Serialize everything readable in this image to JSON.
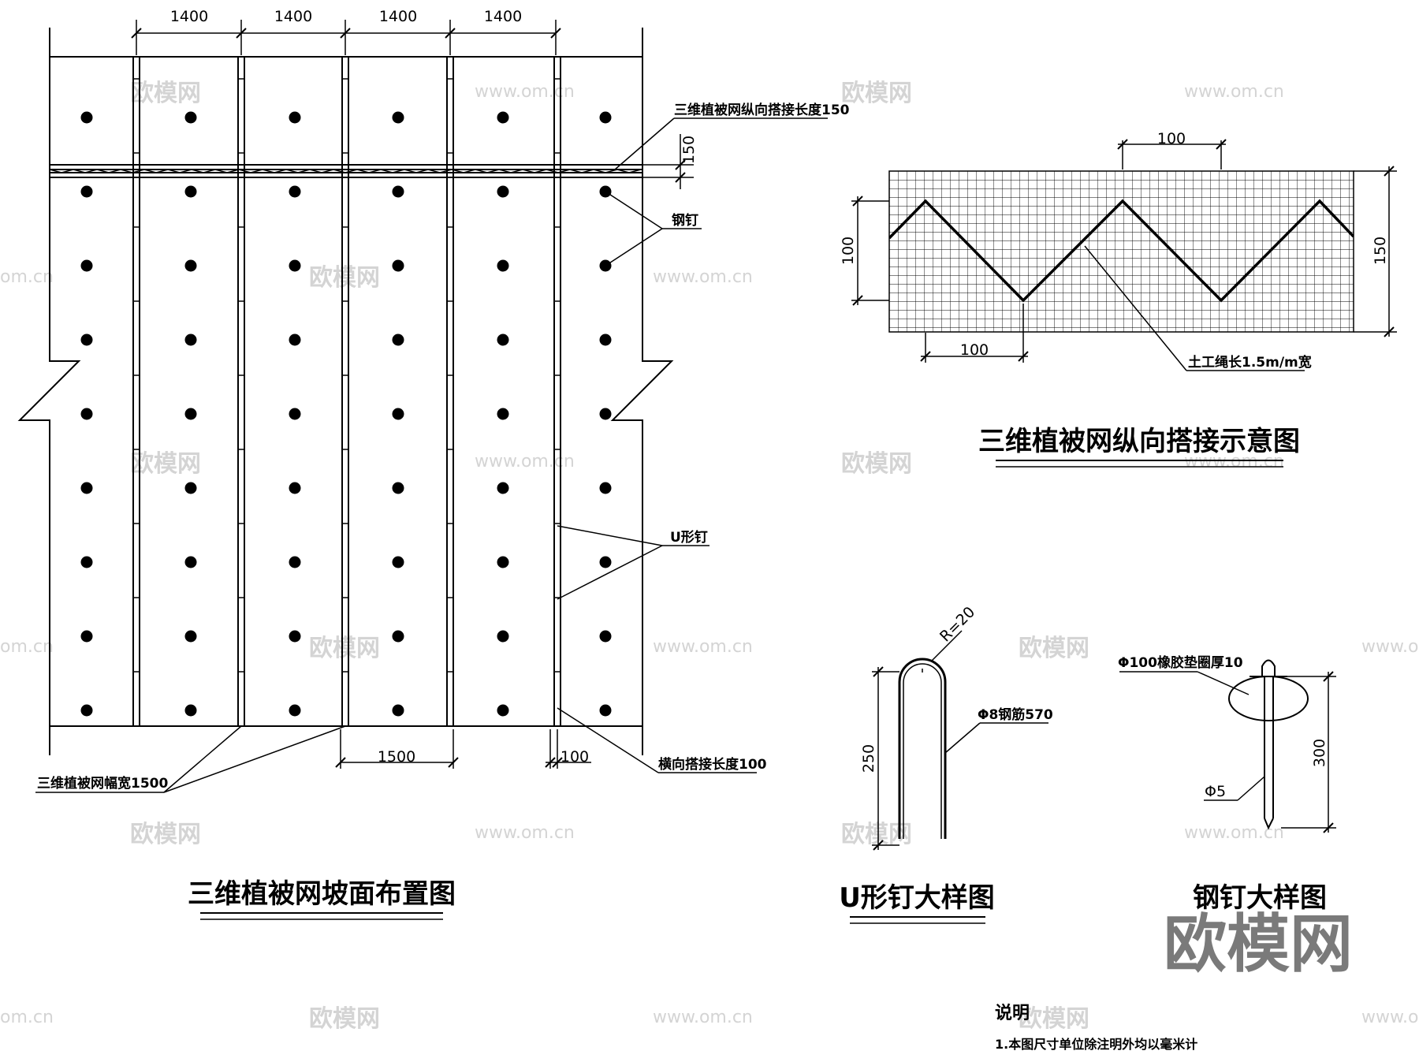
{
  "layout_plan": {
    "title": "三维植被网坡面布置图",
    "top_dims": [
      "1400",
      "1400",
      "1400",
      "1400"
    ],
    "overlap_dim": "150",
    "bottom_dims": [
      "1500",
      "100"
    ],
    "callouts": {
      "lap_longitudinal": "三维植被网纵向搭接长度150",
      "steel_nail": "钢钉",
      "u_nail": "U形钉",
      "lap_transverse": "横向搭接长度100",
      "net_width": "三维植被网幅宽1500"
    }
  },
  "lap_detail": {
    "title": "三维植被网纵向搭接示意图",
    "dim_top": "100",
    "dim_bottom": "100",
    "dim_left": "100",
    "dim_right": "150",
    "rope_note": "土工绳长1.5m/m宽"
  },
  "u_nail_detail": {
    "title": "U形钉大样图",
    "radius": "R=20",
    "bar": "Φ8钢筋570",
    "height": "250"
  },
  "steel_nail_detail": {
    "title": "钢钉大样图",
    "washer": "Φ100橡胶垫圈厚10",
    "diameter": "Φ5",
    "length": "300"
  },
  "notes": {
    "heading": "说明",
    "item1": "1.本图尺寸单位除注明外均以毫米计"
  },
  "watermarks": {
    "brand": "欧模网",
    "site": "www.om.cn",
    "site_short": "om.cn"
  }
}
